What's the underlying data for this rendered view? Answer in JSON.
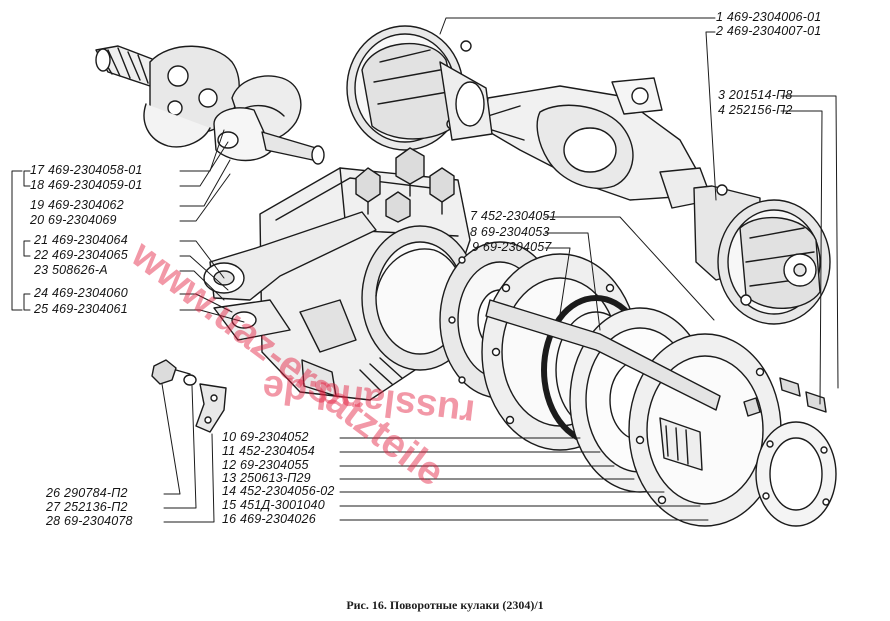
{
  "callouts": [
    {
      "id": "c1",
      "text": "1 469-2304006-01"
    },
    {
      "id": "c2",
      "text": "2 469-2304007-01"
    },
    {
      "id": "c3",
      "text": "3 201514-П8"
    },
    {
      "id": "c4",
      "text": "4 252156-П2"
    },
    {
      "id": "c7",
      "text": "7 452-2304051"
    },
    {
      "id": "c8",
      "text": "8 69-2304053"
    },
    {
      "id": "c9",
      "text": "9 69-2304057"
    },
    {
      "id": "c10",
      "text": "10 69-2304052"
    },
    {
      "id": "c11",
      "text": "11 452-2304054"
    },
    {
      "id": "c12",
      "text": "12 69-2304055"
    },
    {
      "id": "c13",
      "text": "13 250613-П29"
    },
    {
      "id": "c14",
      "text": "14 452-2304056-02"
    },
    {
      "id": "c15",
      "text": "15 451Д-3001040"
    },
    {
      "id": "c16",
      "text": "16 469-2304026"
    },
    {
      "id": "c17",
      "text": "17 469-2304058-01"
    },
    {
      "id": "c18",
      "text": "18 469-2304059-01"
    },
    {
      "id": "c19",
      "text": "19 469-2304062"
    },
    {
      "id": "c20",
      "text": "20 69-2304069"
    },
    {
      "id": "c21",
      "text": "21 469-2304064"
    },
    {
      "id": "c22",
      "text": "22 469-2304065"
    },
    {
      "id": "c23",
      "text": "23 508626-А"
    },
    {
      "id": "c24",
      "text": "24 469-2304060"
    },
    {
      "id": "c25",
      "text": "25 469-2304061"
    },
    {
      "id": "c26",
      "text": "26 290784-П2"
    },
    {
      "id": "c27",
      "text": "27 252136-П2"
    },
    {
      "id": "c28",
      "text": "28 69-2304078"
    }
  ],
  "watermark": {
    "line1": "www.uaz-ersatzteile",
    "line2": "russland.de",
    "color": "#e31c3d"
  },
  "caption": "Рис. 16. Поворотные кулаки (2304)/1"
}
